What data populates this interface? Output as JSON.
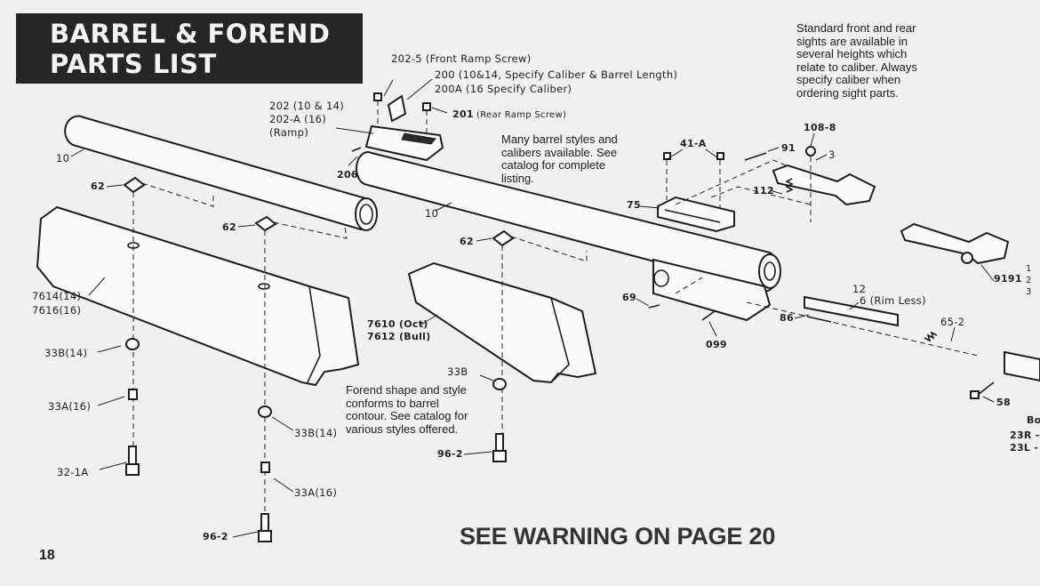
{
  "title": {
    "line1": "BARREL & FOREND",
    "line2": "PARTS LIST"
  },
  "notes": {
    "sights": [
      "Standard front and rear",
      "sights are available in",
      "several heights which",
      "relate to caliber. Always",
      "specify caliber when",
      "ordering sight parts."
    ],
    "barrels": [
      "Many barrel styles and",
      "calibers available. See",
      "catalog for complete",
      "listing."
    ],
    "forend": [
      "Forend shape and style",
      "conforms to barrel",
      "contour. See catalog for",
      "various styles offered."
    ]
  },
  "labels": {
    "l202_5": "202-5 (Front Ramp Screw)",
    "l200": "200 (10&14, Specify Caliber & Barrel Length)",
    "l200a": "200A (16 Specify Caliber)",
    "l202": "202 (10 & 14)",
    "l202a": "202-A (16)",
    "ramp": "(Ramp)",
    "l201": "201",
    "l201_desc": "(Rear Ramp Screw)",
    "l206": "206",
    "l10_left": "10",
    "l10_mid": "10",
    "l62_a": "62",
    "l62_b": "62",
    "l62_c": "62",
    "l7614": "7614(14)",
    "l7616": "7616(16)",
    "l7610": "7610 (Oct)",
    "l7612": "7612 (Bull)",
    "l33b_left": "33B(14)",
    "l33a_left": "33A(16)",
    "l32_1a": "32-1A",
    "l33b_mid": "33B(14)",
    "l33a_mid": "33A(16)",
    "l96_2_left": "96-2",
    "l33b_right": "33B",
    "l96_2_right": "96-2",
    "l41a": "41-A",
    "l91": "91",
    "l108_8": "108-8",
    "l3": "3",
    "l112": "112",
    "l75": "75",
    "l69": "69",
    "l099": "099",
    "l86": "86",
    "l12": "12",
    "l6": "6 (Rim Less)",
    "l65_2": "65-2",
    "l9191": "9191",
    "l9191_opts": [
      "1",
      "2",
      "3"
    ],
    "l58": "58",
    "lbo": "Bo",
    "l23r": "23R -",
    "l23l": "23L -"
  },
  "warning": "SEE WARNING ON PAGE 20",
  "page_number": "18"
}
